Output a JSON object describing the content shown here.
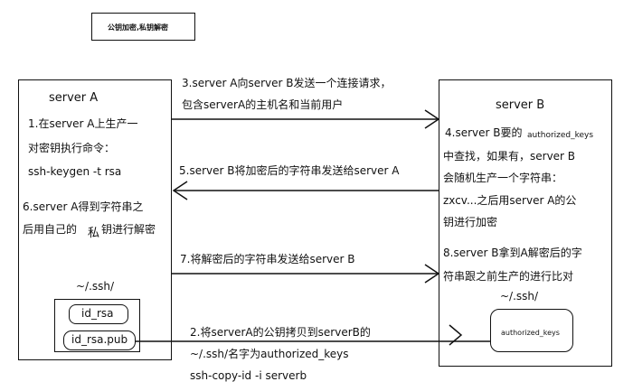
{
  "title": "公钥加密,私钥解密",
  "server_a": {
    "label": "server A",
    "step1": [
      "1.在server A上生产一",
      "对密钥执行命令：",
      "ssh-keygen -t rsa"
    ],
    "step6": [
      "6.server A得到字符串之",
      "后用自己的",
      "私",
      "钥进行解密"
    ],
    "ssh_dir": "~/.ssh/",
    "id_rsa": "id_rsa",
    "id_rsa_pub": "id_rsa.pub"
  },
  "server_b": {
    "label": "server B",
    "step4_pre": "4.server B要的",
    "step4_keys": "authorized_keys",
    "step4": [
      "中查找，如果有，server B",
      "会随机生产一个字符串：",
      "zxcv...之后用server A的公",
      "钥进行加密"
    ],
    "step8": [
      "8.server B拿到A解密后的字",
      "符串跟之前生产的进行比对"
    ],
    "ssh_dir": "~/.ssh/",
    "authorized_keys": "authorized_keys"
  },
  "arrows": {
    "step3": [
      "3.server A向server B发送一个连接请求，",
      "包含serverA的主机名和当前用户"
    ],
    "step5": "5.server B将加密后的字符串发送给server A",
    "step7": "7.将解密后的字符串发送给server B",
    "step2": [
      "2.将serverA的公钥拷贝到serverB的",
      "~/.ssh/名字为authorized_keys",
      "ssh-copy-id -i serverb"
    ]
  }
}
